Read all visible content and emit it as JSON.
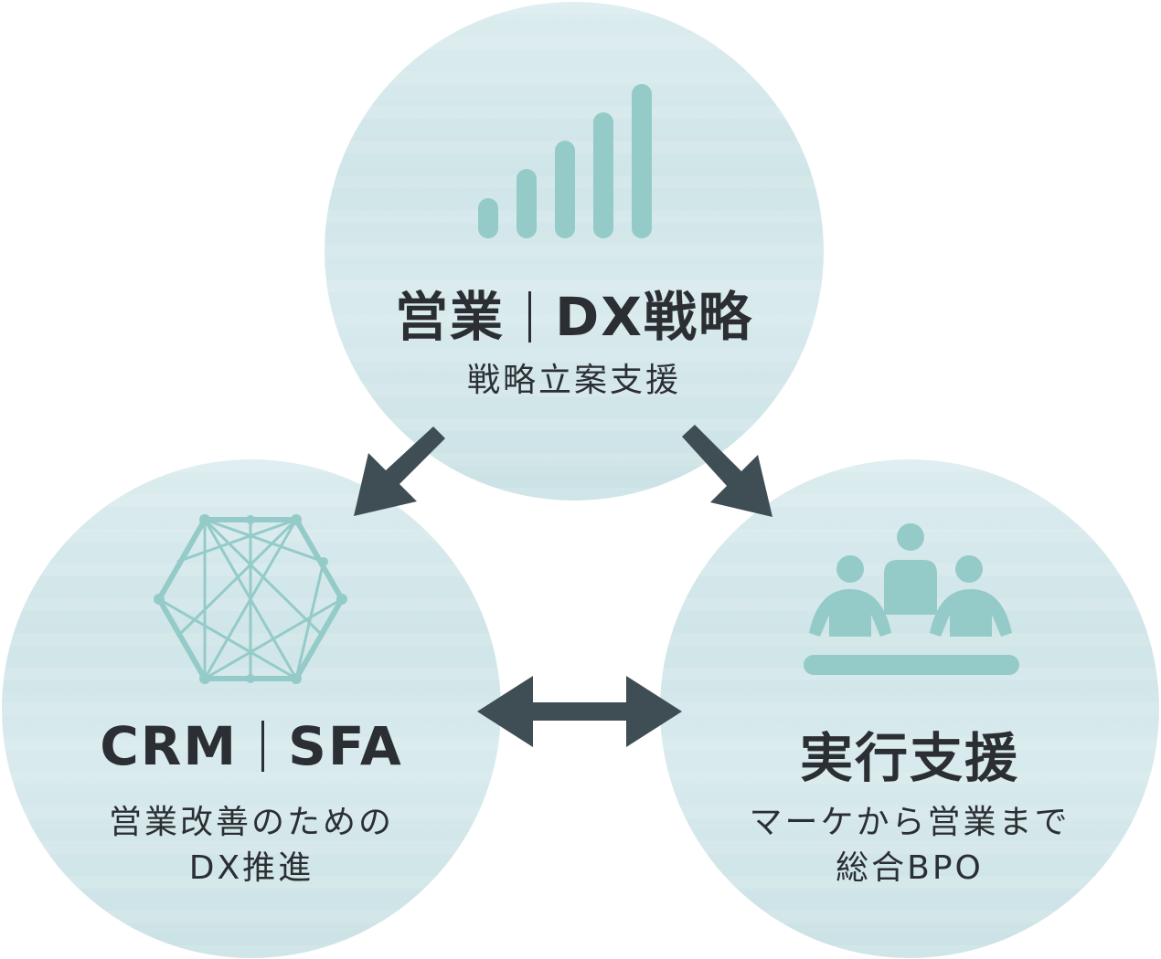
{
  "nodes": {
    "top": {
      "title_left": "営業",
      "title_right": "DX戦略",
      "subtitle_lines": [
        "戦略立案支援"
      ],
      "icon": "signal-bars-icon"
    },
    "left": {
      "title_left": "CRM",
      "title_right": "SFA",
      "subtitle_lines": [
        "営業改善のための",
        "DX推進"
      ],
      "icon": "network-hexagon-icon"
    },
    "right": {
      "title": "実行支援",
      "subtitle_lines": [
        "マーケから営業まで",
        "総合BPO"
      ],
      "icon": "team-meeting-icon"
    }
  },
  "colors": {
    "circle": "#d3e7ea",
    "icon": "#94cbc8",
    "arrow": "#3f4d55",
    "text": "#2b2f33"
  }
}
